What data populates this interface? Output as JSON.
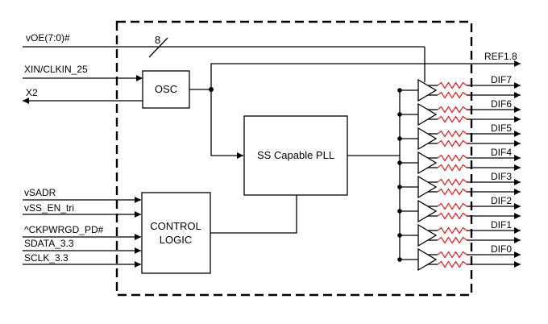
{
  "inputs": {
    "voe": "vOE(7:0)#",
    "xin": "XIN/CLKIN_25",
    "x2": "X2",
    "vsadr": "vSADR",
    "vss_en": "vSS_EN_tri",
    "ckpwrgd": "^CKPWRGD_PD#",
    "sdata": "SDATA_3.3",
    "sclk": "SCLK_3.3"
  },
  "bus_width": "8",
  "blocks": {
    "osc": "OSC",
    "pll": "SS Capable PLL",
    "control_line1": "CONTROL",
    "control_line2": "LOGIC"
  },
  "outputs": {
    "ref": "REF1.8",
    "dif": [
      "DIF7",
      "DIF6",
      "DIF5",
      "DIF4",
      "DIF3",
      "DIF2",
      "DIF1",
      "DIF0"
    ]
  }
}
